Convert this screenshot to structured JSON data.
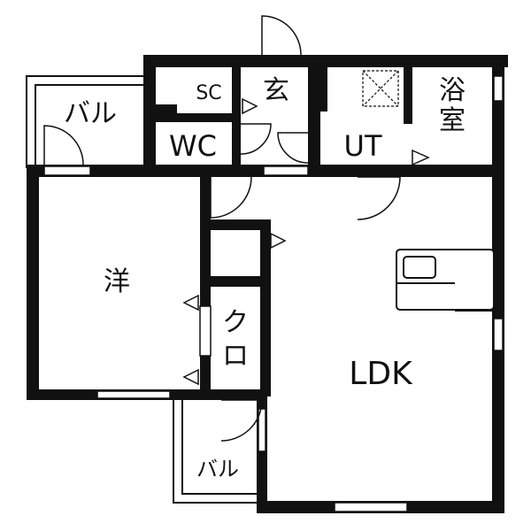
{
  "rooms": {
    "balcony_top": "バル",
    "sc": "SC",
    "entrance": "玄",
    "wc": "WC",
    "ut": "UT",
    "bath": "浴室",
    "western": "洋",
    "closet_1": "ク",
    "closet_2": "ロ",
    "ldk": "LDK",
    "balcony_bottom": "バル"
  },
  "colors": {
    "wall": "#111111",
    "background": "#ffffff",
    "window": "#ffffff",
    "fixture": "#888888"
  }
}
